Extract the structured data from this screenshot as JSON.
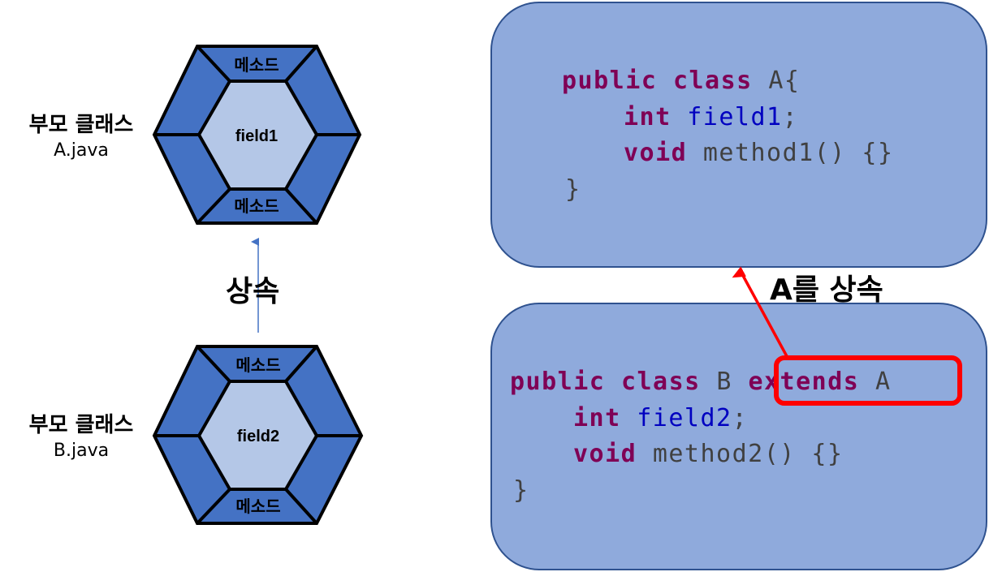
{
  "parent_class": {
    "title": "부모 클래스",
    "file": "A.java",
    "method_top": "메소드",
    "field": "field1",
    "method_bottom": "메소드"
  },
  "child_class": {
    "title": "부모 클래스",
    "file": "B.java",
    "method_top": "메소드",
    "field": "field2",
    "method_bottom": "메소드"
  },
  "inherit_label": "상속",
  "code_a": {
    "kw_public": "public",
    "kw_class": "class",
    "class_decl": "A{",
    "kw_int": "int",
    "field": "field1",
    "semi": ";",
    "kw_void": "void",
    "method": "method1() {}",
    "close": "}"
  },
  "code_b": {
    "kw_public": "public",
    "kw_class": "class",
    "class_name": "B",
    "kw_extends": "extends",
    "parent": "A",
    "kw_int": "int",
    "field": "field2",
    "semi": ";",
    "kw_void": "void",
    "method": "method2() {}",
    "close": "}"
  },
  "extends_label": "A를 상속",
  "colors": {
    "hex_dark": "#4472c4",
    "hex_light": "#b4c7e7",
    "code_box": "#8faadc",
    "keyword": "#7f0055",
    "field": "#0000c0",
    "highlight": "#ff0000",
    "arrow_blue": "#4472c4"
  }
}
